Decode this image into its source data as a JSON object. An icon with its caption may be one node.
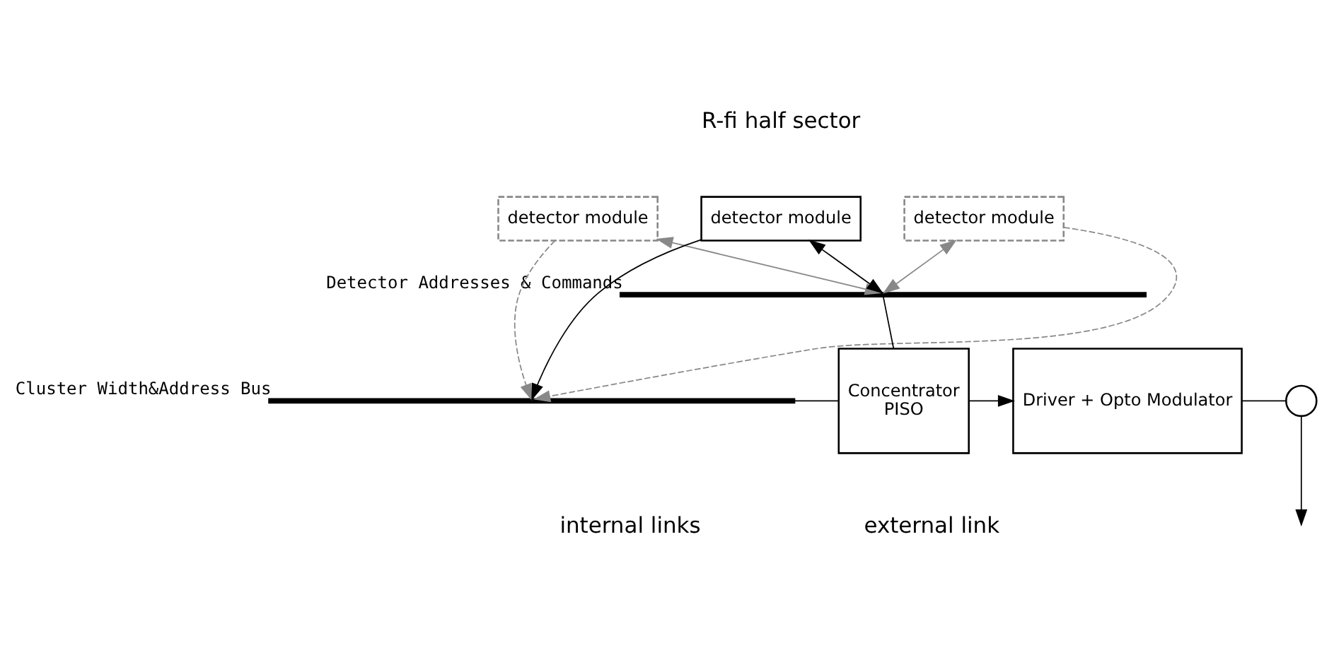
{
  "diagram": {
    "nodes": [
      {
        "text": [
          "detector module"
        ]
      },
      {
        "text": [
          "detector module"
        ]
      },
      {
        "text": [
          "detector module"
        ]
      },
      {
        "text": [],
        "shape": "bar",
        "beside": [
          "Detector Addresses & Commands"
        ]
      },
      {
        "text": [],
        "shape": "bar",
        "beside": [
          "Cluster Width&Address Bus"
        ]
      },
      {
        "text": [
          "Concentrator",
          "PISO"
        ]
      },
      {
        "text": [
          "Driver + Opto Modulator"
        ]
      },
      {
        "text": [],
        "shape": "circle"
      }
    ],
    "edges": [
      {
        "from": 0,
        "to": 3,
        "arrow": "both",
        "color": "#888888"
      },
      {
        "from": 0,
        "to": 4,
        "arrow": "to",
        "color": "#888888",
        "style": "dashed"
      },
      {
        "from": 1,
        "to": 3,
        "arrow": "both"
      },
      {
        "from": 1,
        "to": 4,
        "arrow": "to"
      },
      {
        "from": 2,
        "to": 3,
        "arrow": "both",
        "color": "#888888"
      },
      {
        "from": 2,
        "to": 4,
        "arrow": "to",
        "color": "#888888",
        "style": "dashed"
      },
      {
        "from": 3,
        "to": 5,
        "arrow": "none"
      },
      {
        "from": 4,
        "to": 5,
        "arrow": "none"
      },
      {
        "from": 5,
        "to": 6,
        "arrow": "to"
      },
      {
        "from": 6,
        "to": 7,
        "arrow": "none"
      },
      {
        "from": 7,
        "to": null,
        "arrow": "to"
      }
    ],
    "labels": [
      "R-fi half sector",
      "internal links",
      "external link"
    ]
  }
}
